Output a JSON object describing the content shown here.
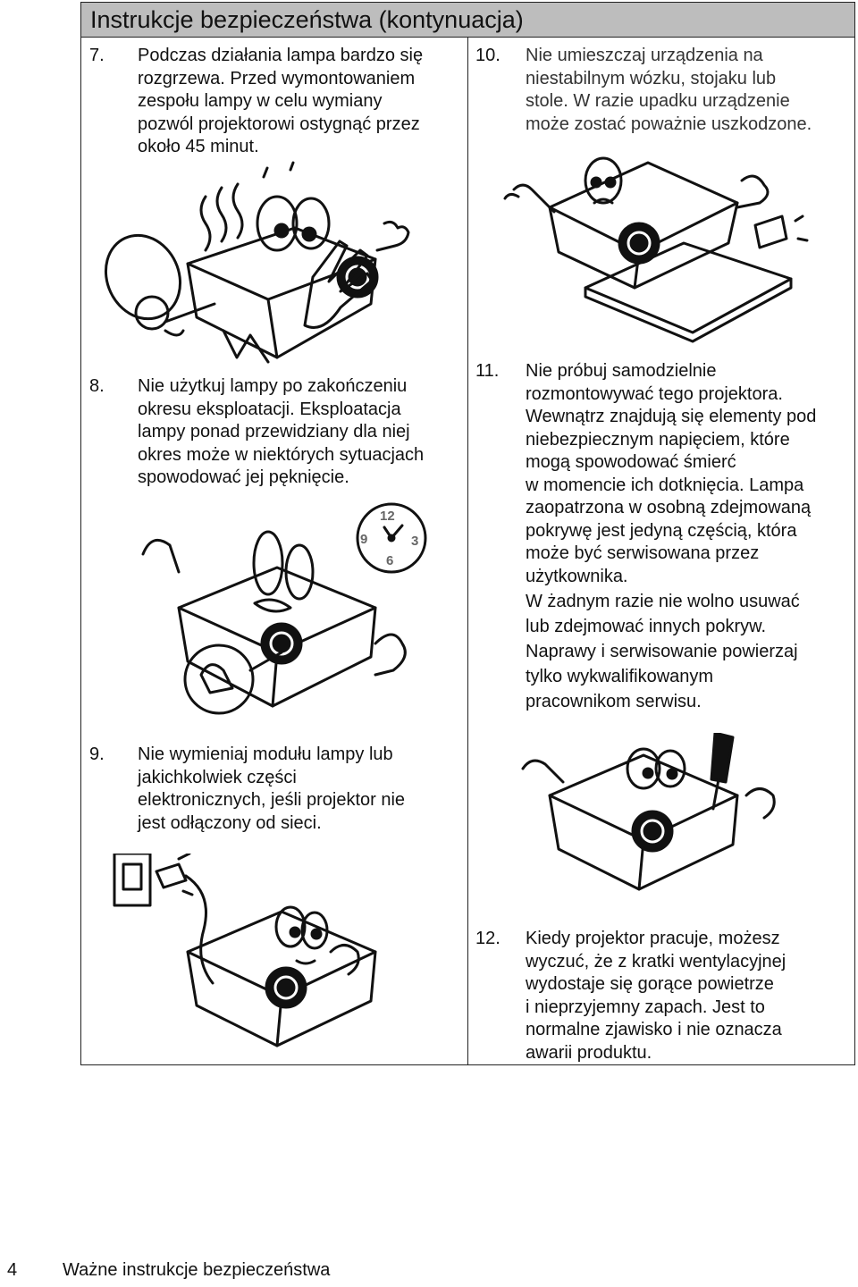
{
  "header": {
    "title": "Instrukcje bezpieczeństwa (kontynuacja)"
  },
  "items": [
    {
      "num": "7.",
      "text": "Podczas działania lampa bardzo się\nrozgrzewa. Przed wymontowaniem\nzespołu lampy w celu wymiany\npozwól projektorowi ostygnąć przez\nokoło 45 minut."
    },
    {
      "num": "8.",
      "text": "Nie użytkuj lampy po zakończeniu\nokresu eksploatacji. Eksploatacja\nlampy ponad przewidziany dla niej\nokres może w niektórych sytuacjach\nspowodować jej pęknięcie."
    },
    {
      "num": "9.",
      "text": "Nie wymieniaj modułu lampy lub\njakichkolwiek części\nelektronicznych, jeśli projektor nie\njest odłączony od sieci."
    },
    {
      "num": "10.",
      "text": "Nie umieszczaj urządzenia na\nniestabilnym wózku, stojaku lub\nstole. W razie upadku urządzenie\nmoże zostać poważnie uszkodzone."
    },
    {
      "num": "11.",
      "text": "Nie próbuj samodzielnie\nrozmontowywać tego projektora.\nWewnątrz znajdują się elementy pod\nniebezpiecznym napięciem, które\nmogą spowodować śmierć\nw momencie ich dotknięcia. Lampa\nzaopatrzona w osobną zdejmowaną\npokrywę jest jedyną częścią, która\nmoże być serwisowana przez\nużytkownika.",
      "extra": "W żadnym razie nie wolno usuwać\nlub zdejmować innych pokryw.\nNaprawy i serwisowanie powierzaj\ntylko wykwalifikowanym\npracownikom serwisu."
    },
    {
      "num": "12.",
      "text": "Kiedy projektor pracuje, możesz\nwyczuć, że z kratki wentylacyjnej\nwydostaje się gorące powietrze\ni nieprzyjemny zapach. Jest to\nnormalne zjawisko i nie oznacza\nawarii produktu."
    }
  ],
  "clock": {
    "n12": "12",
    "n3": "3",
    "n6": "6",
    "n9": "9"
  },
  "footer": {
    "page": "4",
    "section": "Ważne instrukcje bezpieczeństwa"
  }
}
